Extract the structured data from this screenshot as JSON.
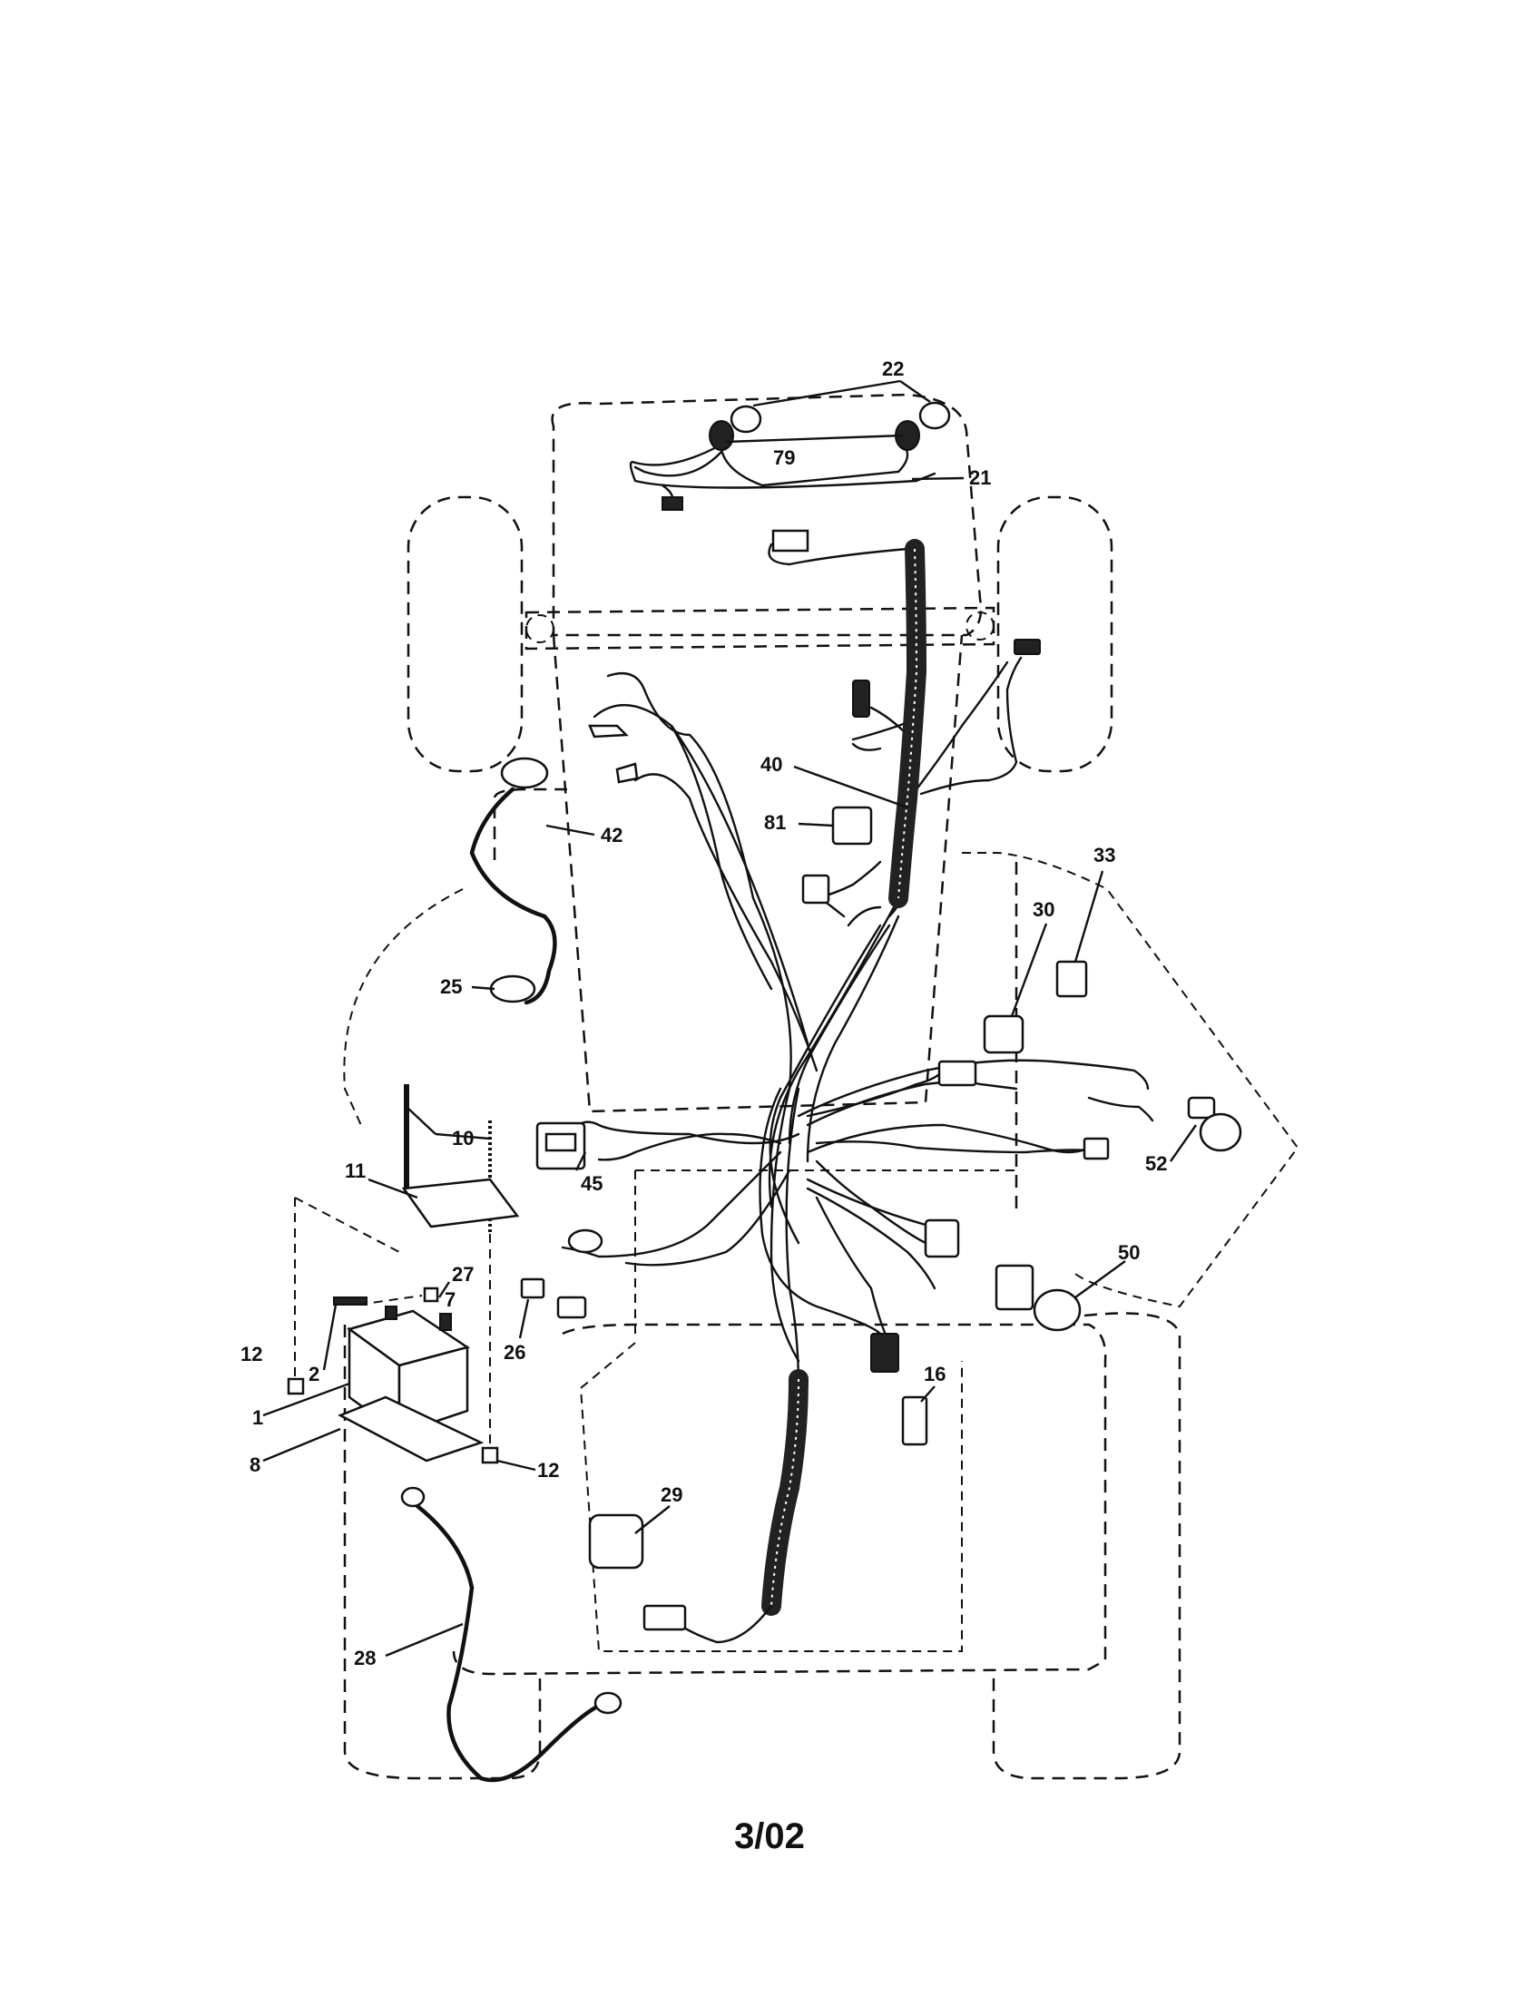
{
  "callouts": {
    "c1": "1",
    "c2": "2",
    "c7": "7",
    "c8": "8",
    "c10": "10",
    "c11": "11",
    "c12a": "12",
    "c12b": "12",
    "c16": "16",
    "c21": "21",
    "c22": "22",
    "c25": "25",
    "c26": "26",
    "c27": "27",
    "c28": "28",
    "c29": "29",
    "c30": "30",
    "c33": "33",
    "c40": "40",
    "c42": "42",
    "c45": "45",
    "c50": "50",
    "c52": "52",
    "c79": "79",
    "c81": "81"
  },
  "footer": {
    "date_code": "3/02"
  }
}
